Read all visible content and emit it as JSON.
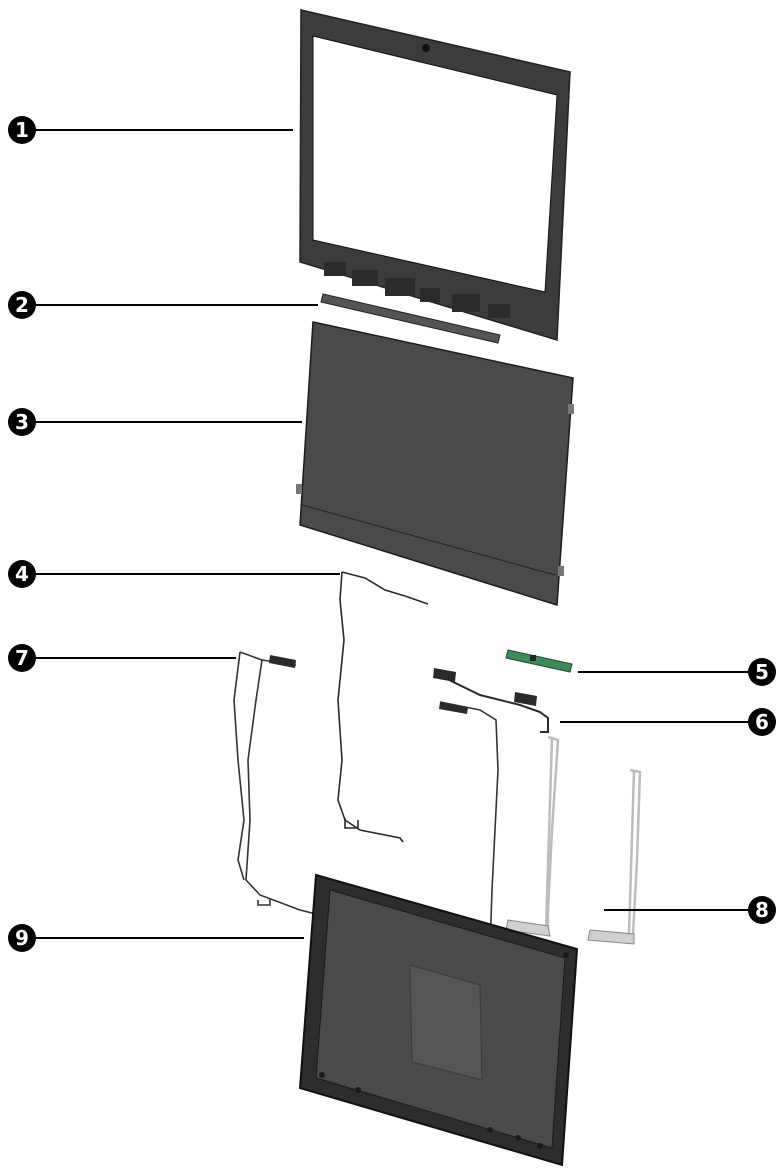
{
  "callouts": [
    {
      "id": "callout-1",
      "label": "1"
    },
    {
      "id": "callout-2",
      "label": "2"
    },
    {
      "id": "callout-3",
      "label": "3"
    },
    {
      "id": "callout-4",
      "label": "4"
    },
    {
      "id": "callout-5",
      "label": "5"
    },
    {
      "id": "callout-6",
      "label": "6"
    },
    {
      "id": "callout-7",
      "label": "7"
    },
    {
      "id": "callout-8",
      "label": "8"
    },
    {
      "id": "callout-9",
      "label": "9"
    }
  ],
  "colors": {
    "part_dark": "#3c3c3c",
    "part_panel": "#4a4a4a",
    "wire": "#2a2a2a",
    "hinge": "#c8c8c8",
    "pcb_green": "#3d8a5a",
    "callout_fill": "#000000"
  }
}
